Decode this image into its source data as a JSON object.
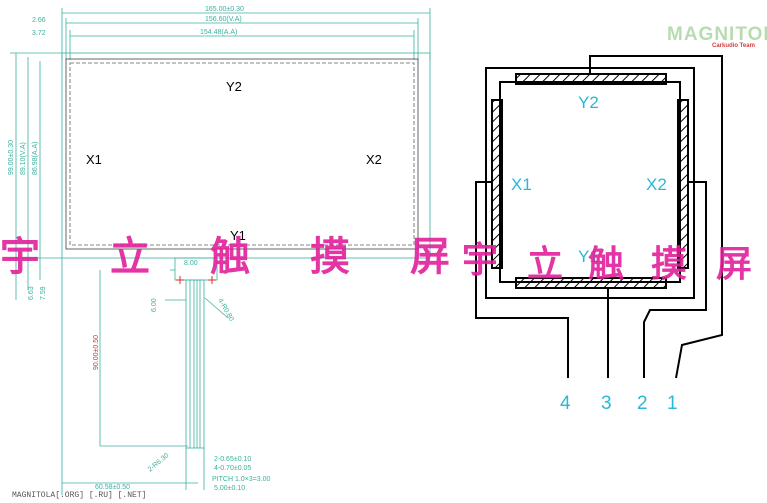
{
  "dims": {
    "overall_w": "165.00±0.30",
    "va_w": "156.60(V.A)",
    "aa_w": "154.48(A.A)",
    "off1": "2.66",
    "off2": "3.72",
    "overall_h": "99.00±0.30",
    "va_h": "89.10(V.A)",
    "aa_h": "86.98(A.A)",
    "bot1": "6.63",
    "bot2": "7.59",
    "tail_len": "90.00±0.50",
    "tail_w": "6.00",
    "fpc_w": "8.00",
    "hole": "4-R0.80",
    "r_note": "2-R6.30",
    "note1": "2-0.65±0.10",
    "note2": "4-0.70±0.05",
    "pitch": "PITCH 1.0×3=3.00",
    "pitch_w": "5.00±0.10",
    "offset_x": "60.58±0.50"
  },
  "panel_labels": {
    "y2": "Y2",
    "y1": "Y1",
    "x1": "X1",
    "x2": "X2"
  },
  "circuit": {
    "y2": "Y2",
    "y1": "Y1",
    "x1": "X1",
    "x2": "X2",
    "pins": [
      "4",
      "3",
      "2",
      "1"
    ]
  },
  "watermark": [
    "宇",
    "立",
    "触",
    "摸",
    "屏",
    "宇",
    "立",
    "触",
    "摸",
    "屏"
  ],
  "logo": {
    "main": "MAGNITOLA",
    "sub": "Carkudio Team"
  },
  "footer": "MAGNITOLA[.ORG] [.RU] [.NET]"
}
